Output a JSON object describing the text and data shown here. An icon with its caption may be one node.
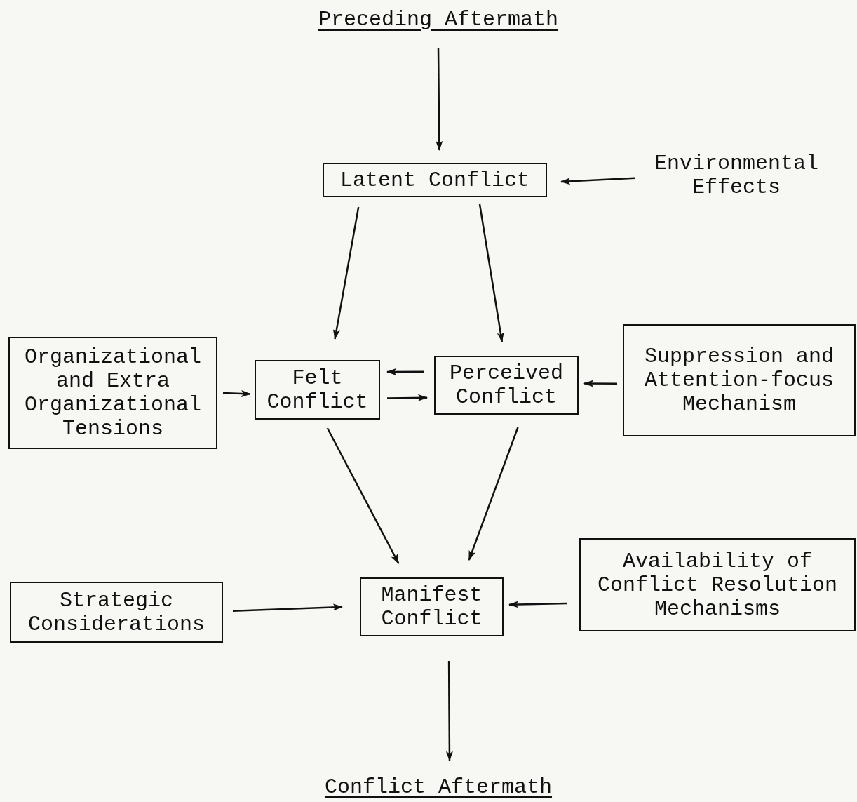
{
  "diagram": {
    "nodes": [
      {
        "text": [
          "Preceding Aftermath"
        ]
      },
      {
        "text": [
          "Latent Conflict"
        ]
      },
      {
        "text": [
          "Environmental Effects"
        ]
      },
      {
        "text": [
          "Organizational and Extra Organizational Tensions"
        ]
      },
      {
        "text": [
          "Felt Conflict"
        ]
      },
      {
        "text": [
          "Perceived Conflict"
        ]
      },
      {
        "text": [
          "Suppression and Attention-focus Mechanism"
        ]
      },
      {
        "text": [
          "Strategic Considerations"
        ]
      },
      {
        "text": [
          "Manifest Conflict"
        ]
      },
      {
        "text": [
          "Availability of Conflict Resolution Mechanisms"
        ]
      },
      {
        "text": [
          "Conflict Aftermath"
        ]
      }
    ],
    "edges": [
      {
        "from": 0,
        "to": 1,
        "arrow": "to"
      },
      {
        "from": 2,
        "to": 1,
        "arrow": "to"
      },
      {
        "from": 1,
        "to": 4,
        "arrow": "to"
      },
      {
        "from": 1,
        "to": 5,
        "arrow": "to"
      },
      {
        "from": 3,
        "to": 4,
        "arrow": "to"
      },
      {
        "from": 5,
        "to": 4,
        "arrow": "to"
      },
      {
        "from": 4,
        "to": 5,
        "arrow": "to"
      },
      {
        "from": 6,
        "to": 5,
        "arrow": "to"
      },
      {
        "from": 4,
        "to": 8,
        "arrow": "to"
      },
      {
        "from": 5,
        "to": 8,
        "arrow": "to"
      },
      {
        "from": 7,
        "to": 8,
        "arrow": "to"
      },
      {
        "from": 9,
        "to": 8,
        "arrow": "to"
      },
      {
        "from": 8,
        "to": 10,
        "arrow": "to"
      }
    ]
  }
}
